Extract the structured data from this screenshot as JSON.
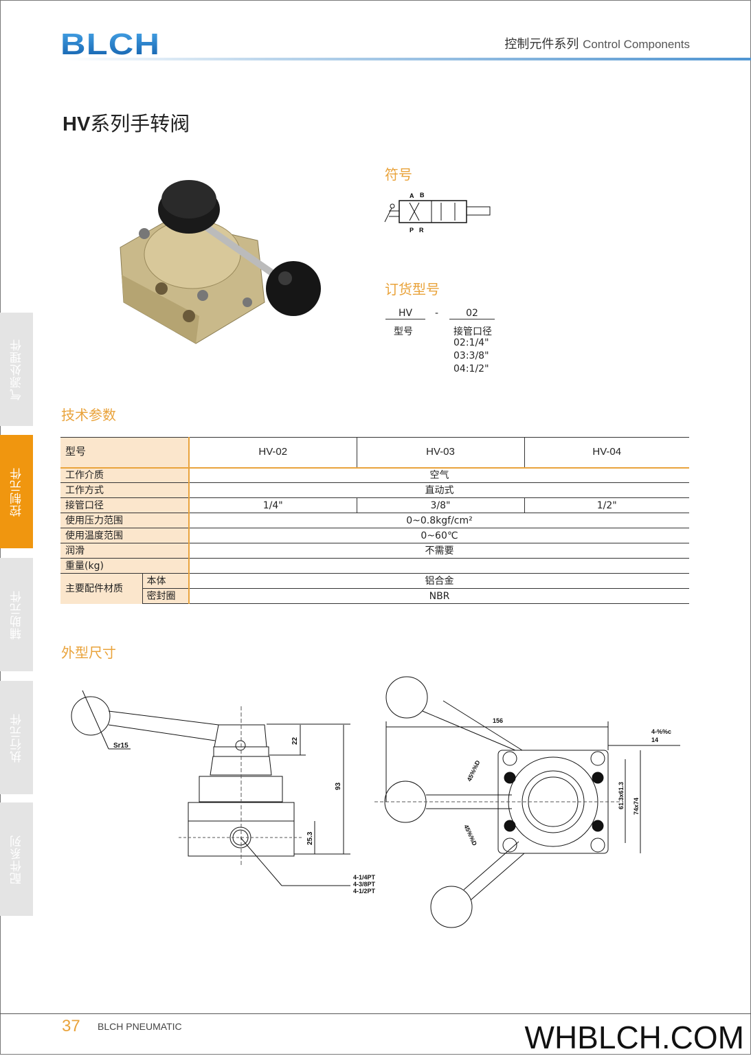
{
  "header": {
    "logo": "BLCH",
    "series_cn": "控制元件系列",
    "series_en": "Control Components"
  },
  "page_title": {
    "model": "HV",
    "name": "系列手转阀"
  },
  "symbol": {
    "heading": "符号",
    "ports": [
      "A",
      "B",
      "P",
      "R"
    ]
  },
  "ordering": {
    "heading": "订货型号",
    "code1": "HV",
    "dash": "-",
    "code2": "02",
    "label1": "型号",
    "label2": "接管口径",
    "options": [
      "02:1/4\"",
      "03:3/8\"",
      "04:1/2\""
    ]
  },
  "specs": {
    "heading": "技术参数",
    "header_label": "型号",
    "models": [
      "HV-02",
      "HV-03",
      "HV-04"
    ],
    "rows": [
      {
        "label": "工作介质",
        "value": "空气"
      },
      {
        "label": "工作方式",
        "value": "直动式"
      },
      {
        "label": "接管口径",
        "values": [
          "1/4\"",
          "3/8\"",
          "1/2\""
        ]
      },
      {
        "label": "使用压力范围",
        "value": "0~0.8kgf/cm²"
      },
      {
        "label": "使用温度范围",
        "value": "0~60℃"
      },
      {
        "label": "润滑",
        "value": "不需要"
      },
      {
        "label": "重量(kg)",
        "value": ""
      }
    ],
    "material_label": "主要配件材质",
    "materials": [
      {
        "label": "本体",
        "value": "铝合金"
      },
      {
        "label": "密封圈",
        "value": "NBR"
      }
    ]
  },
  "dimensions": {
    "heading": "外型尺寸",
    "side": {
      "sr": "Sr15",
      "d1": "22",
      "d2": "93",
      "d3": "25.3",
      "ports": [
        "4-1/4PT",
        "4-3/8PT",
        "4-1/2PT"
      ]
    },
    "top": {
      "width": "156",
      "hole1": "4-%%c",
      "hole2": "14",
      "d1": "61.3x61.3",
      "d2": "74x74",
      "angle1": "45%%D",
      "angle2": "45%%D"
    }
  },
  "side_tabs": [
    "气源处理件",
    "控制元件",
    "辅助元件",
    "执行元件",
    "配件系列"
  ],
  "footer": {
    "page": "37",
    "brand": "BLCH PNEUMATIC",
    "site": "WHBLCH.COM"
  }
}
